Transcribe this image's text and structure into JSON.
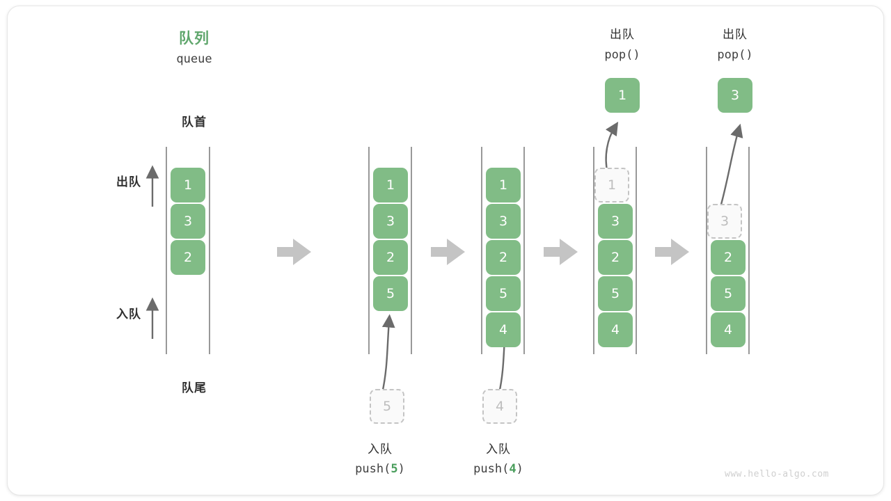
{
  "meta": {
    "watermark": "www.hello-algo.com"
  },
  "header": {
    "title_cn": "队列",
    "title_en": "queue"
  },
  "annotations": {
    "front_label": "队首",
    "rear_label": "队尾",
    "dequeue_label": "出队",
    "enqueue_label": "入队"
  },
  "icons": {
    "step_arrow": "step-arrow-icon",
    "up_arrow": "up-arrow-icon",
    "push_arrow": "push-arrow-icon",
    "pop_arrow": "pop-arrow-icon"
  },
  "stages": [
    {
      "id": "initial",
      "slots": [
        {
          "value": "1",
          "state": "filled"
        },
        {
          "value": "3",
          "state": "filled"
        },
        {
          "value": "2",
          "state": "filled"
        }
      ]
    },
    {
      "id": "after-push-5",
      "slots": [
        {
          "value": "1",
          "state": "filled"
        },
        {
          "value": "3",
          "state": "filled"
        },
        {
          "value": "2",
          "state": "filled"
        },
        {
          "value": "5",
          "state": "filled"
        }
      ],
      "incoming": {
        "value": "5",
        "state": "ghost"
      },
      "op_cn": "入队",
      "op_code_prefix": "push(",
      "op_code_num": "5",
      "op_code_suffix": ")"
    },
    {
      "id": "after-push-4",
      "slots": [
        {
          "value": "1",
          "state": "filled"
        },
        {
          "value": "3",
          "state": "filled"
        },
        {
          "value": "2",
          "state": "filled"
        },
        {
          "value": "5",
          "state": "filled"
        },
        {
          "value": "4",
          "state": "filled"
        }
      ],
      "incoming": {
        "value": "4",
        "state": "ghost"
      },
      "op_cn": "入队",
      "op_code_prefix": "push(",
      "op_code_num": "4",
      "op_code_suffix": ")"
    },
    {
      "id": "after-pop-1",
      "slots": [
        {
          "value": "1",
          "state": "ghost"
        },
        {
          "value": "3",
          "state": "filled"
        },
        {
          "value": "2",
          "state": "filled"
        },
        {
          "value": "5",
          "state": "filled"
        },
        {
          "value": "4",
          "state": "filled"
        }
      ],
      "outgoing": {
        "value": "1",
        "state": "filled"
      },
      "op_cn": "出队",
      "op_code": "pop()"
    },
    {
      "id": "after-pop-3",
      "slots": [
        {
          "value": "",
          "state": "empty"
        },
        {
          "value": "3",
          "state": "ghost"
        },
        {
          "value": "2",
          "state": "filled"
        },
        {
          "value": "5",
          "state": "filled"
        },
        {
          "value": "4",
          "state": "filled"
        }
      ],
      "outgoing": {
        "value": "3",
        "state": "filled"
      },
      "op_cn": "出队",
      "op_code": "pop()"
    }
  ],
  "colors": {
    "accent_green": "#81bc86",
    "title_green": "#5fa66c",
    "ghost_gray": "#c4c4c4",
    "arrow_gray": "#bdbdbd",
    "text_dark": "#2f2f2f"
  }
}
